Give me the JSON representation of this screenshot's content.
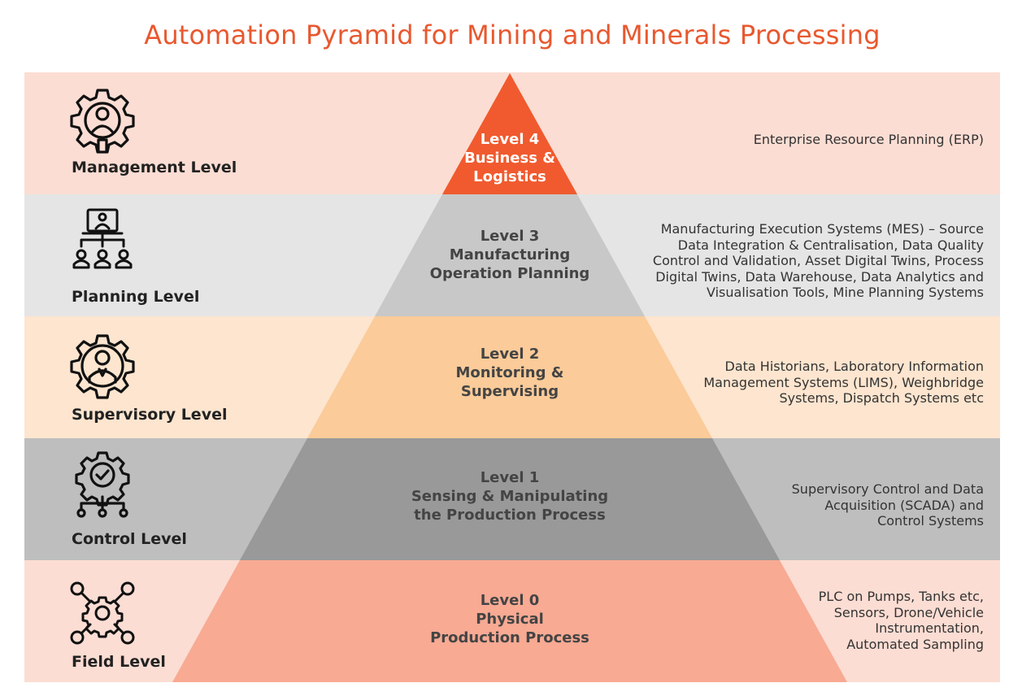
{
  "title": "Automation Pyramid for Mining and Minerals Processing",
  "colors": {
    "title": "#E8582F",
    "band_management": "#FCDDD3",
    "band_planning": "#E5E5E5",
    "band_supervisory": "#FDE5CF",
    "band_control": "#BEBEBE",
    "band_field": "#FCDDD3",
    "tri_level4": "#F05A2E",
    "tri_level3": "#C8C8C8",
    "tri_level2": "#FBCB99",
    "tri_level1": "#999999",
    "tri_level0": "#F8AA93"
  },
  "levels": [
    {
      "label": "Management Level",
      "icon": "gear-person-icon",
      "pyramid_lines": [
        "Level 4",
        "Business &",
        "Logistics"
      ],
      "description": [
        "Enterprise Resource Planning (ERP)"
      ]
    },
    {
      "label": "Planning Level",
      "icon": "presentation-team-icon",
      "pyramid_lines": [
        "Level 3",
        "Manufacturing",
        "Operation Planning"
      ],
      "description": [
        "Manufacturing Execution Systems (MES) – Source",
        "Data Integration & Centralisation, Data Quality",
        "Control and Validation, Asset Digital Twins, Process",
        "Digital Twins, Data Warehouse, Data Analytics and",
        "Visualisation Tools, Mine Planning Systems"
      ]
    },
    {
      "label": "Supervisory Level",
      "icon": "gear-supervisor-icon",
      "pyramid_lines": [
        "Level 2",
        "Monitoring &",
        "Supervising"
      ],
      "description": [
        "Data Historians, Laboratory Information",
        "Management Systems (LIMS), Weighbridge",
        "Systems, Dispatch Systems etc"
      ]
    },
    {
      "label": "Control Level",
      "icon": "gear-check-network-icon",
      "pyramid_lines": [
        "Level 1",
        "Sensing & Manipulating",
        "the Production Process"
      ],
      "description": [
        "Supervisory Control and Data",
        "Acquisition (SCADA) and",
        "Control Systems"
      ]
    },
    {
      "label": "Field Level",
      "icon": "gear-nodes-icon",
      "pyramid_lines": [
        "Level 0",
        "Physical",
        "Production Process"
      ],
      "description": [
        "PLC on Pumps, Tanks etc,",
        "Sensors, Drone/Vehicle",
        "Instrumentation,",
        "Automated Sampling"
      ]
    }
  ]
}
